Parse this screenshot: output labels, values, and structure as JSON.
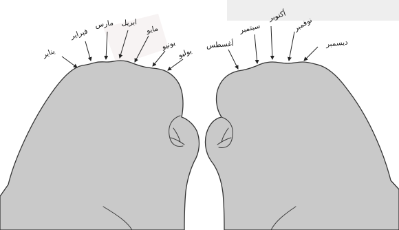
{
  "months": {
    "jan": "يناير",
    "feb": "فبراير",
    "mar": "مارس",
    "apr": "ابريل",
    "may": "مايو",
    "jun": "يونيو",
    "jul": "يوليو",
    "aug": "أغسطس",
    "sep": "سبتمبر",
    "oct": "أكتوبر",
    "nov": "نوفمبر",
    "dec": "ديسمبر"
  },
  "colors": {
    "skin": "#c9c9c9",
    "outline": "#333333",
    "text": "#1a1a1a"
  }
}
